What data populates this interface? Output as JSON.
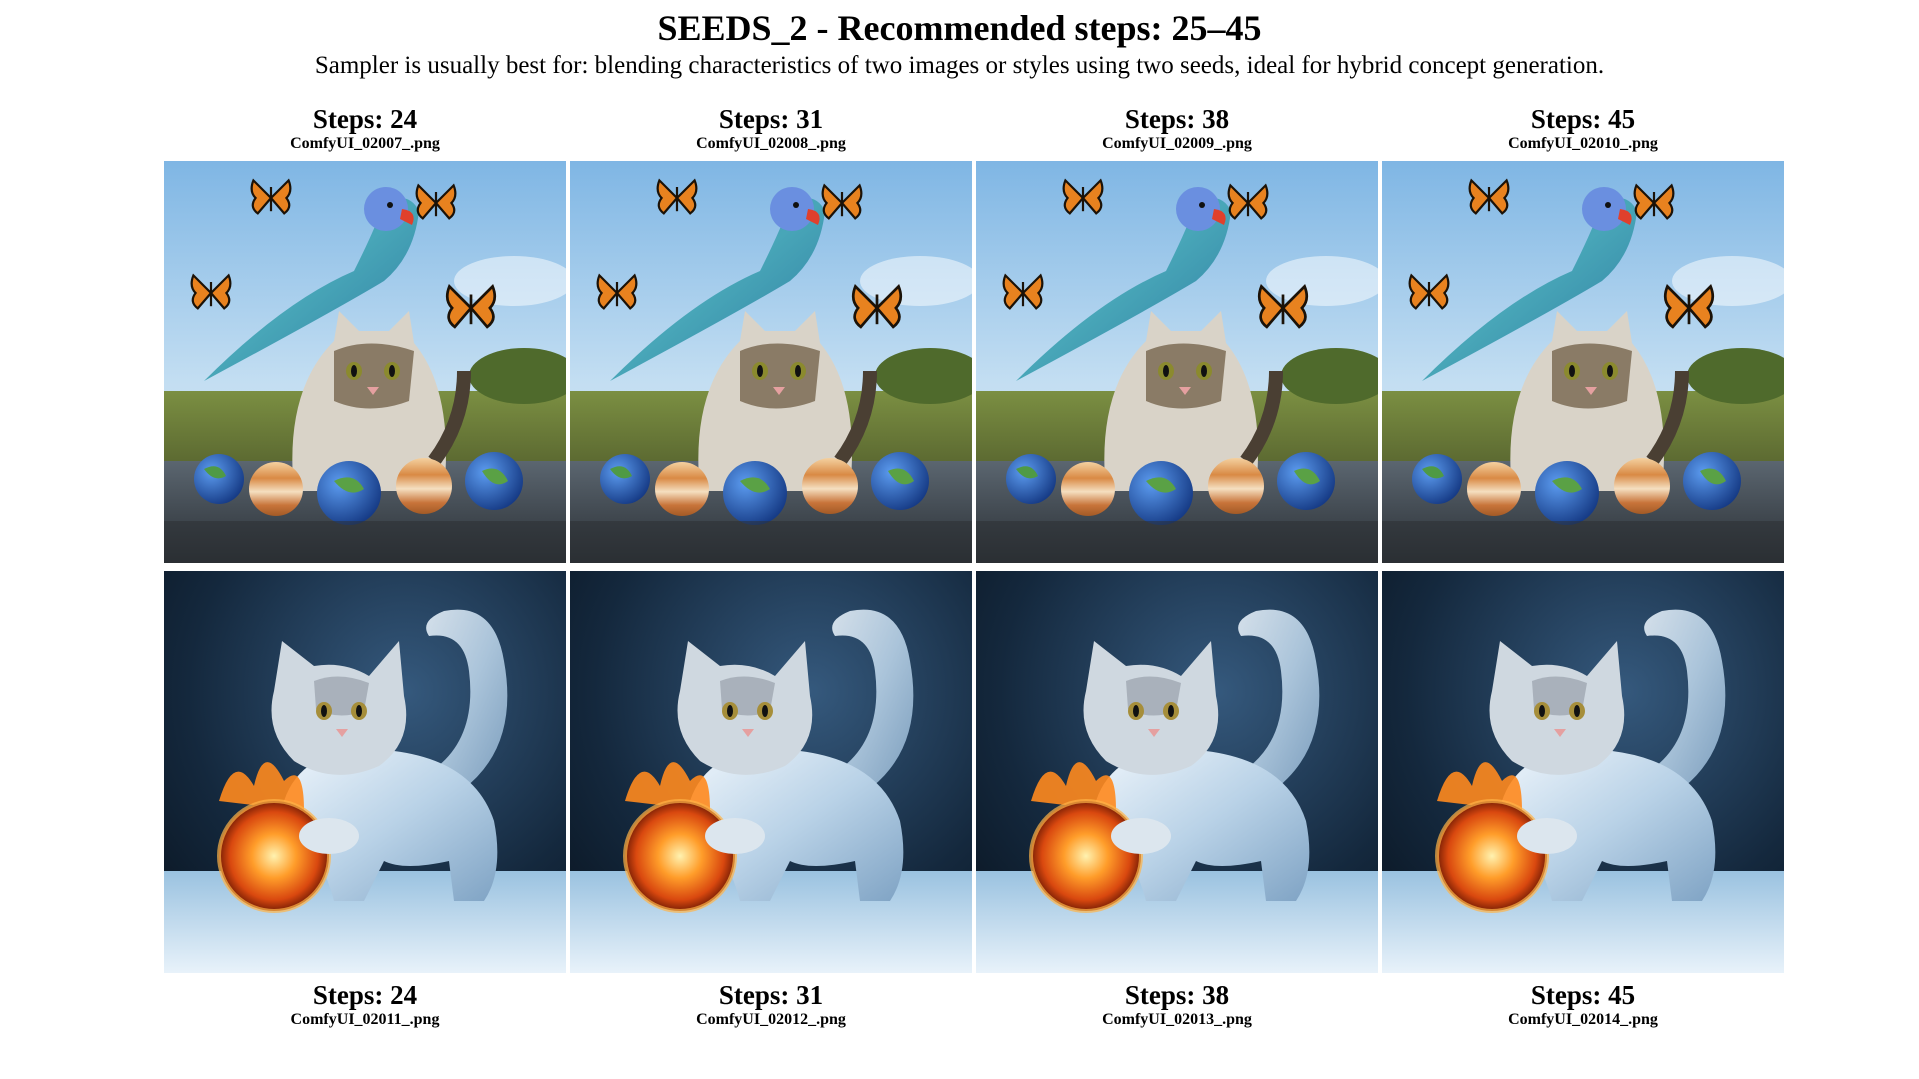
{
  "header": {
    "title": "SEEDS_2 - Recommended steps: 25–45",
    "subtitle": "Sampler is usually best for: blending characteristics of two images or styles using two seeds, ideal for hybrid concept generation."
  },
  "top_row": [
    {
      "steps": "Steps: 24",
      "file": "ComfyUI_02007_.png",
      "image": "parrot-cat-butterflies-planets-image"
    },
    {
      "steps": "Steps: 31",
      "file": "ComfyUI_02008_.png",
      "image": "parrot-cat-butterflies-planets-image"
    },
    {
      "steps": "Steps: 38",
      "file": "ComfyUI_02009_.png",
      "image": "parrot-cat-butterflies-planets-image"
    },
    {
      "steps": "Steps: 45",
      "file": "ComfyUI_02010_.png",
      "image": "parrot-cat-butterflies-planets-image"
    }
  ],
  "bottom_row": [
    {
      "steps": "Steps: 24",
      "file": "ComfyUI_02011_.png",
      "image": "ice-cat-fireball-image"
    },
    {
      "steps": "Steps: 31",
      "file": "ComfyUI_02012_.png",
      "image": "ice-cat-fireball-image"
    },
    {
      "steps": "Steps: 38",
      "file": "ComfyUI_02013_.png",
      "image": "ice-cat-fireball-image"
    },
    {
      "steps": "Steps: 45",
      "file": "ComfyUI_02014_.png",
      "image": "ice-cat-fireball-image"
    }
  ],
  "colors": {
    "sky": "#a9d0ee",
    "grass": "#6f8a3c",
    "water": "#3d4a55",
    "ice_bg": "#0e2236",
    "ice": "#d6e6f4",
    "fire": "#ff8a1e"
  }
}
